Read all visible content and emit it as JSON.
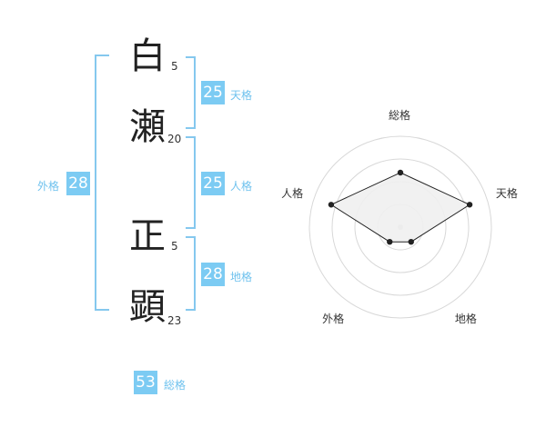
{
  "name": {
    "characters": [
      {
        "char": "白",
        "strokes": "5"
      },
      {
        "char": "瀬",
        "strokes": "20"
      },
      {
        "char": "正",
        "strokes": "5"
      },
      {
        "char": "顕",
        "strokes": "23"
      }
    ]
  },
  "fortunes": {
    "tenkaku": {
      "label": "天格",
      "value": "25"
    },
    "jinkaku": {
      "label": "人格",
      "value": "25"
    },
    "chikaku": {
      "label": "地格",
      "value": "28"
    },
    "gaikaku": {
      "label": "外格",
      "value": "28"
    },
    "soukaku": {
      "label": "総格",
      "value": "53"
    }
  },
  "chart_data": {
    "type": "radar",
    "axes": [
      "総格",
      "天格",
      "地格",
      "外格",
      "人格"
    ],
    "values": [
      3,
      4,
      1,
      1,
      4
    ],
    "max": 5,
    "rings": 4,
    "grid": true
  },
  "colors": {
    "accent": "#7ccbf3",
    "bracket": "#85c8ee",
    "polygon_fill": "#efefef",
    "polygon_stroke": "#222222"
  }
}
